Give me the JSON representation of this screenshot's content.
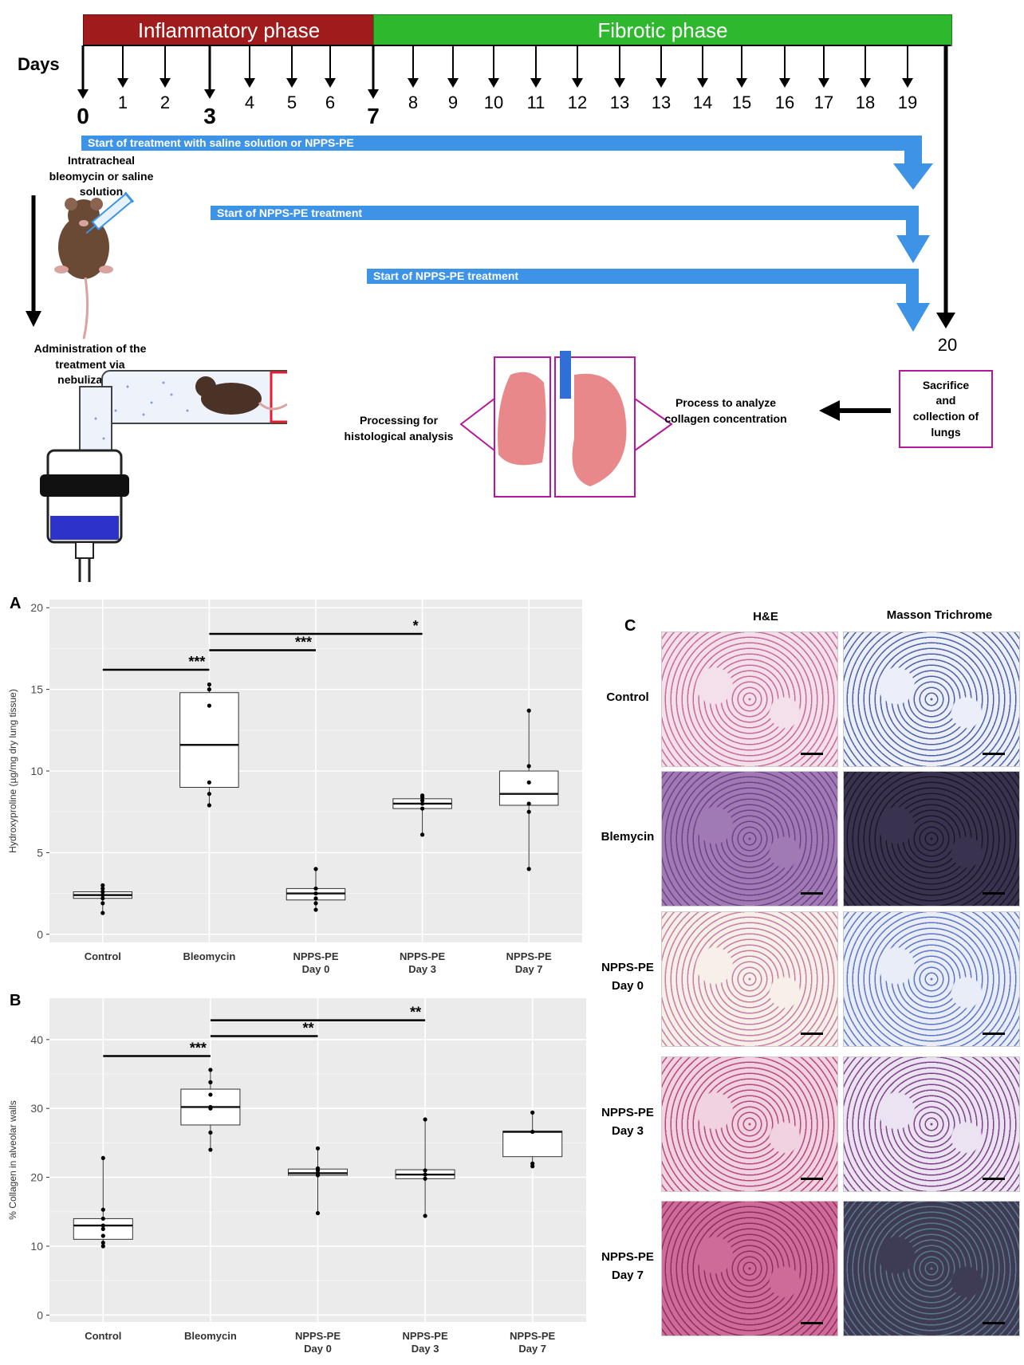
{
  "timeline": {
    "inflammatory_label": "Inflammatory phase",
    "fibrotic_label": "Fibrotic phase",
    "days_label": "Days",
    "days": [
      "0",
      "1",
      "2",
      "3",
      "4",
      "5",
      "6",
      "7",
      "8",
      "9",
      "10",
      "11",
      "12",
      "13",
      "13",
      "14",
      "15",
      "16",
      "17",
      "18",
      "19"
    ],
    "end_day": "20",
    "treatment_1": "Start of treatment with saline solution or NPPS-PE",
    "treatment_2": "Start of NPPS-PE treatment",
    "treatment_3": "Start of NPPS-PE treatment",
    "intratracheal": "Intratracheal bleomycin or saline solution",
    "nebulization": "Administration of the treatment via nebulization",
    "sacrifice": "Sacrifice and collection of lungs",
    "histology": "Processing for histological analysis",
    "collagen": "Process to analyze collagen concentration",
    "colors": {
      "inflammatory": "#a01c1c",
      "fibrotic": "#2eb82e",
      "blue_arrow": "#3d93e6",
      "box": "#b5179e"
    }
  },
  "chart_data": [
    {
      "panel": "A",
      "type": "box",
      "ylabel": "Hydroxyproline (µg/mg dry lung tissue)",
      "ylim": [
        -0.5,
        20.5
      ],
      "yticks": [
        0,
        5,
        10,
        15,
        20
      ],
      "categories": [
        "Control",
        "Bleomycin",
        "NPPS-PE Day 0",
        "NPPS-PE Day 3",
        "NPPS-PE Day 7"
      ],
      "tick_lines": [
        [
          "Control"
        ],
        [
          "Bleomycin"
        ],
        [
          "NPPS-PE",
          "Day 0"
        ],
        [
          "NPPS-PE",
          "Day 3"
        ],
        [
          "NPPS-PE",
          "Day 7"
        ]
      ],
      "boxes": [
        {
          "q1": 2.2,
          "median": 2.4,
          "q3": 2.6,
          "points": [
            1.3,
            1.9,
            2.2,
            2.4,
            2.6,
            2.8,
            3.0
          ]
        },
        {
          "q1": 9.0,
          "median": 11.6,
          "q3": 14.8,
          "points": [
            7.9,
            8.6,
            9.3,
            14.0,
            15.0,
            15.3
          ]
        },
        {
          "q1": 2.1,
          "median": 2.5,
          "q3": 2.8,
          "points": [
            1.5,
            1.9,
            2.2,
            2.5,
            2.8,
            4.0
          ]
        },
        {
          "q1": 7.7,
          "median": 8.0,
          "q3": 8.3,
          "points": [
            6.1,
            7.7,
            8.0,
            8.2,
            8.4,
            8.5
          ]
        },
        {
          "q1": 7.9,
          "median": 8.6,
          "q3": 10.0,
          "points": [
            4.0,
            7.5,
            8.0,
            9.3,
            10.3,
            13.7
          ]
        }
      ],
      "significance": [
        {
          "from": 0,
          "to": 1,
          "y": 16.2,
          "label": "***"
        },
        {
          "from": 1,
          "to": 2,
          "y": 17.4,
          "label": "***"
        },
        {
          "from": 1,
          "to": 3,
          "y": 18.4,
          "label": "*"
        }
      ],
      "grid": true
    },
    {
      "panel": "B",
      "type": "box",
      "ylabel": "% Collagen in alveolar walls",
      "ylim": [
        -1,
        46
      ],
      "yticks": [
        0,
        10,
        20,
        30,
        40
      ],
      "categories": [
        "Control",
        "Bleomycin",
        "NPPS-PE Day 0",
        "NPPS-PE Day 3",
        "NPPS-PE Day 7"
      ],
      "tick_lines": [
        [
          "Control"
        ],
        [
          "Bleomycin"
        ],
        [
          "NPPS-PE",
          "Day 0"
        ],
        [
          "NPPS-PE",
          "Day 3"
        ],
        [
          "NPPS-PE",
          "Day 7"
        ]
      ],
      "boxes": [
        {
          "q1": 11.0,
          "median": 13.0,
          "q3": 14.0,
          "points": [
            10.0,
            10.5,
            11.5,
            12.5,
            13.0,
            14.0,
            15.3,
            22.8
          ]
        },
        {
          "q1": 27.6,
          "median": 30.2,
          "q3": 32.8,
          "points": [
            24.0,
            26.5,
            30.0,
            30.2,
            32.0,
            33.8,
            35.6
          ]
        },
        {
          "q1": 20.3,
          "median": 20.6,
          "q3": 21.2,
          "points": [
            14.8,
            20.3,
            20.6,
            21.0,
            21.3,
            24.2
          ]
        },
        {
          "q1": 19.8,
          "median": 20.4,
          "q3": 21.1,
          "points": [
            14.4,
            19.8,
            20.4,
            21.0,
            28.4
          ]
        },
        {
          "q1": 23.0,
          "median": 26.6,
          "q3": 26.7,
          "points": [
            21.6,
            22.0,
            26.6,
            29.4
          ]
        }
      ],
      "significance": [
        {
          "from": 0,
          "to": 1,
          "y": 37.6,
          "label": "***"
        },
        {
          "from": 1,
          "to": 2,
          "y": 40.5,
          "label": "**"
        },
        {
          "from": 1,
          "to": 3,
          "y": 42.8,
          "label": "**"
        }
      ],
      "grid": true
    }
  ],
  "panel_c": {
    "letter": "C",
    "col_headers": [
      "H&E",
      "Masson Trichrome"
    ],
    "rows": [
      [
        "Control"
      ],
      [
        "Blemycin"
      ],
      [
        "NPPS-PE",
        "Day 0"
      ],
      [
        "NPPS-PE",
        "Day 3"
      ],
      [
        "NPPS-PE",
        "Day 7"
      ]
    ]
  },
  "panel_letters": {
    "a": "A",
    "b": "B"
  }
}
